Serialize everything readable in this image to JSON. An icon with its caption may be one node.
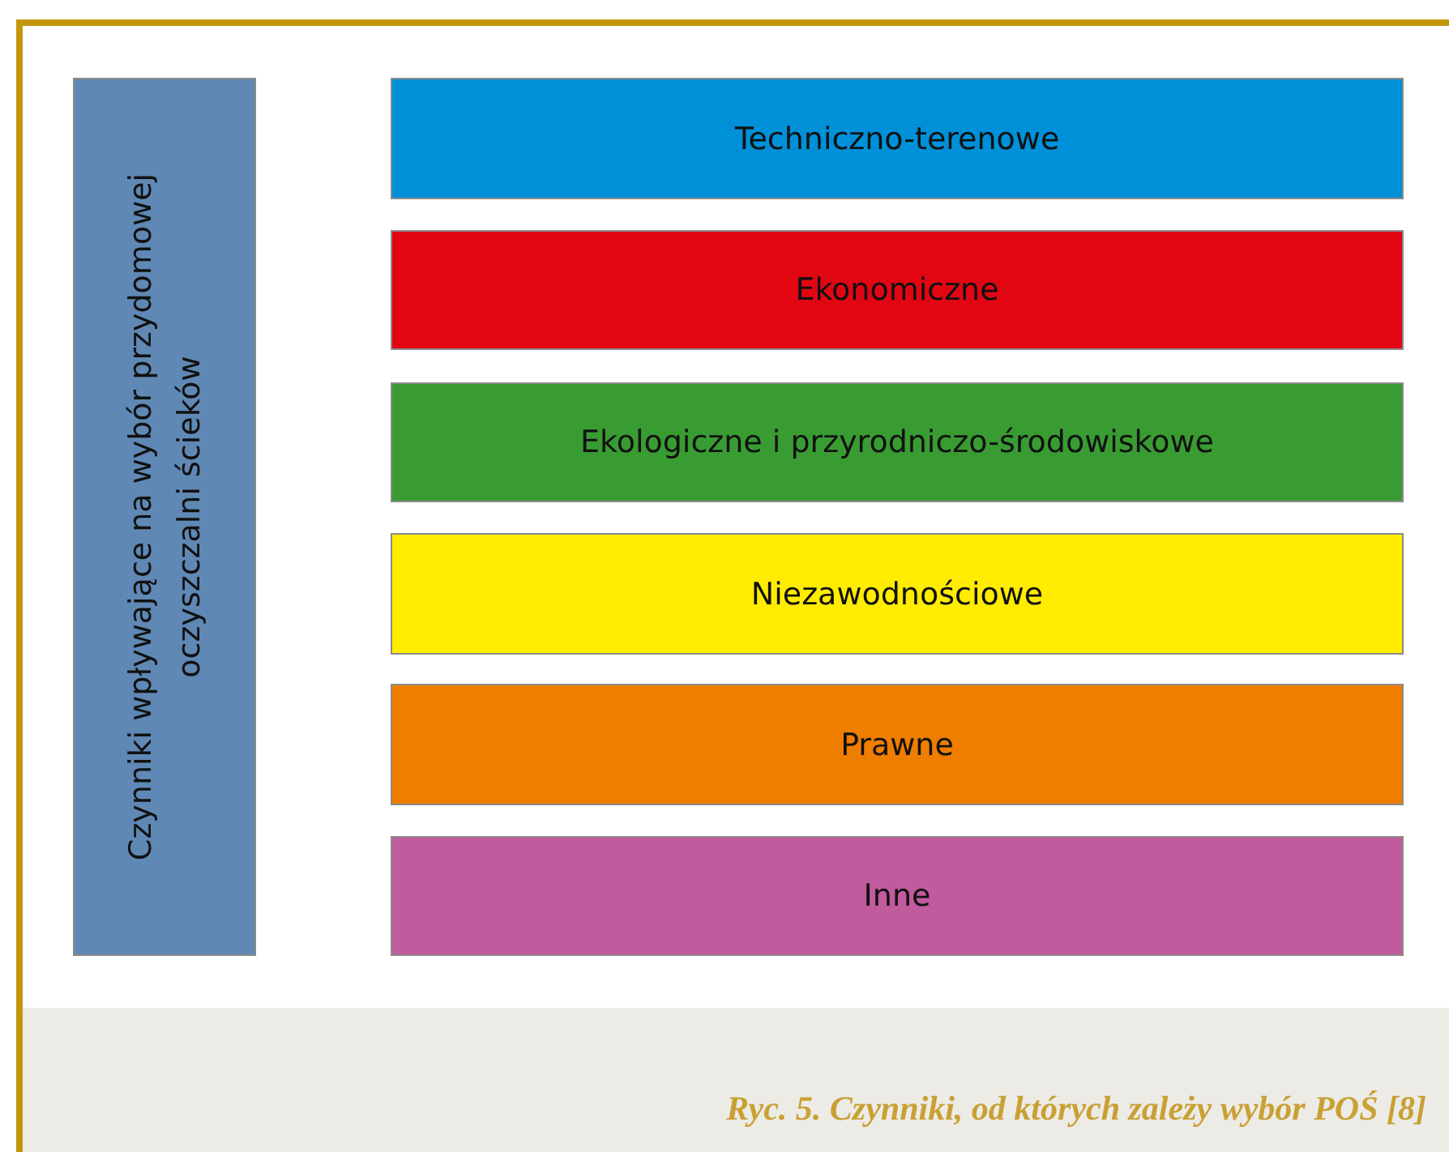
{
  "diagram": {
    "caption": "Ryc. 5. Czynniki, od których zależy wybór POŚ [8]",
    "nodes": [
      {
        "text": [
          "Czynniki wpływające na wybór przydomowej oczyszczalni ścieków"
        ]
      },
      {
        "text": [
          "Techniczno-terenowe"
        ]
      },
      {
        "text": [
          "Ekonomiczne"
        ]
      },
      {
        "text": [
          "Ekologiczne i przyrodniczo-środowiskowe"
        ]
      },
      {
        "text": [
          "Niezawodnościowe"
        ]
      },
      {
        "text": [
          "Prawne"
        ]
      },
      {
        "text": [
          "Inne"
        ]
      }
    ]
  }
}
